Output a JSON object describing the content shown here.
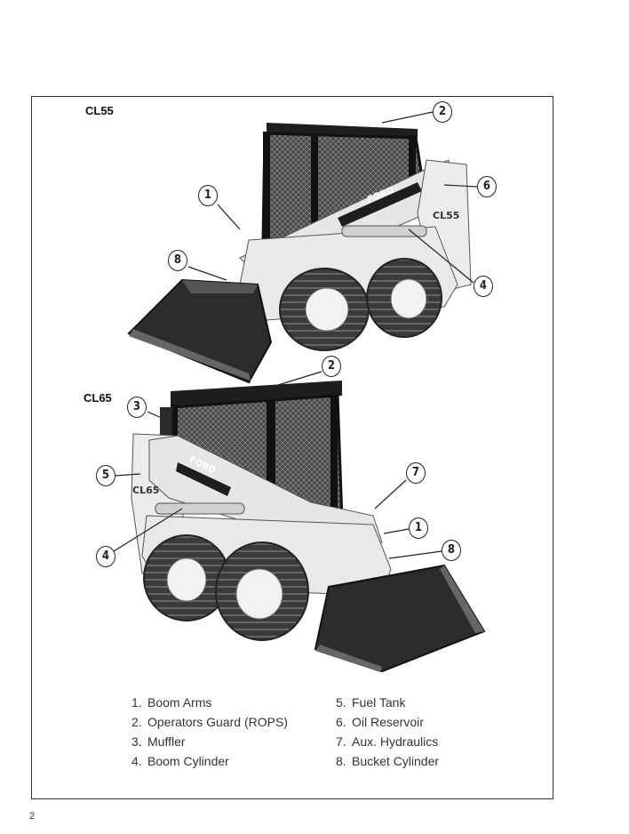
{
  "models": {
    "top": "CL55",
    "bottom": "CL65"
  },
  "brand": {
    "logo_text": "FORD",
    "decal_top": "CL55",
    "decal_bottom": "CL65"
  },
  "callouts_top": [
    "2",
    "1",
    "6",
    "8",
    "4"
  ],
  "callouts_bottom": [
    "2",
    "3",
    "5",
    "7",
    "1",
    "8",
    "4"
  ],
  "legend_left": [
    {
      "num": "1.",
      "label": "Boom Arms"
    },
    {
      "num": "2.",
      "label": "Operators Guard (ROPS)"
    },
    {
      "num": "3.",
      "label": "Muffler"
    },
    {
      "num": "4.",
      "label": "Boom Cylinder"
    }
  ],
  "legend_right": [
    {
      "num": "5.",
      "label": "Fuel Tank"
    },
    {
      "num": "6.",
      "label": "Oil Reservoir"
    },
    {
      "num": "7.",
      "label": "Aux. Hydraulics"
    },
    {
      "num": "8.",
      "label": "Bucket Cylinder"
    }
  ],
  "page_number": "2",
  "colors": {
    "frame": "#333333",
    "machine_body": "#e8e8e8",
    "tire": "#3a3a3a",
    "cab": "#1e1e1e"
  }
}
